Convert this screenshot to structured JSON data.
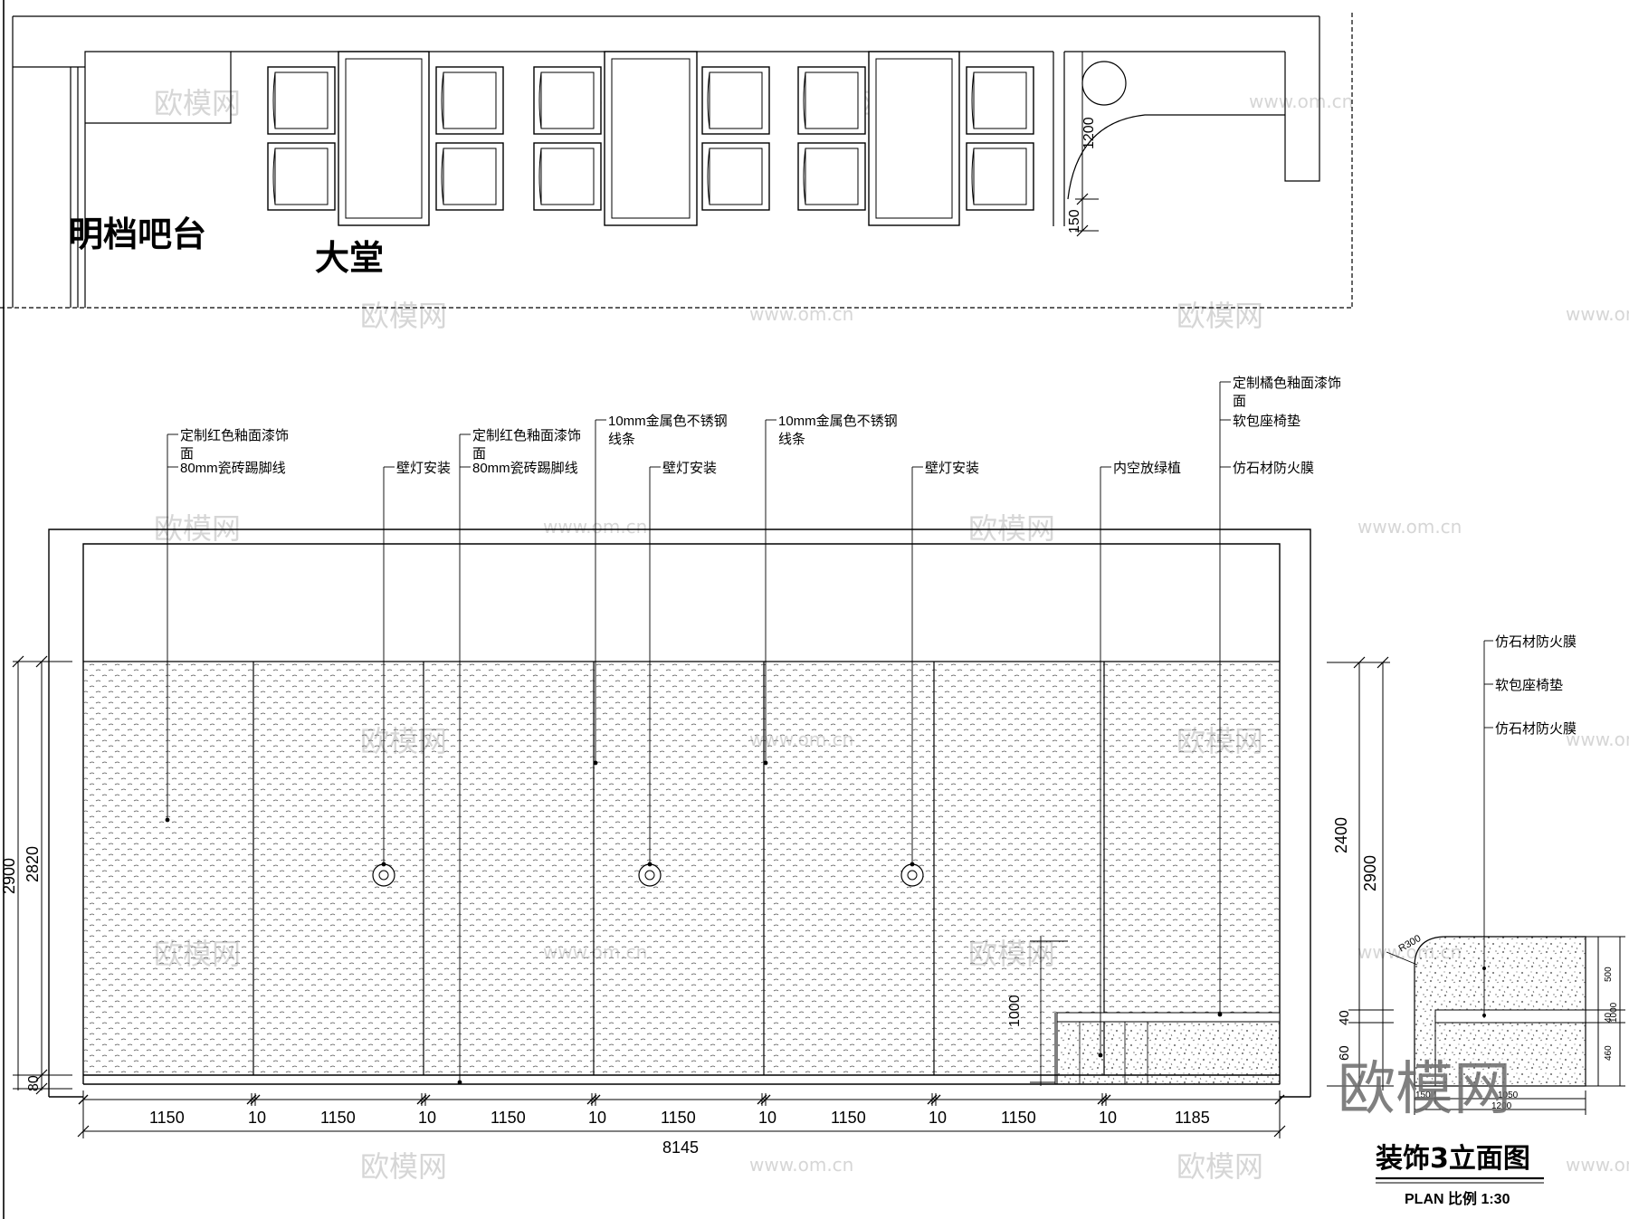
{
  "plan": {
    "label_bar": "明档吧台",
    "label_hall": "大堂",
    "dim_1200": "1200",
    "dim_150": "150"
  },
  "elevation": {
    "notes": [
      {
        "text": "定制红色釉面漆饰",
        "text2": "面"
      },
      {
        "text": "80mm瓷砖踢脚线"
      },
      {
        "text": "壁灯安装"
      },
      {
        "text": "定制红色釉面漆饰",
        "text2": "面"
      },
      {
        "text": "80mm瓷砖踢脚线"
      },
      {
        "text": "10mm金属色不锈钢",
        "text2": "线条"
      },
      {
        "text": "壁灯安装"
      },
      {
        "text": "10mm金属色不锈钢",
        "text2": "线条"
      },
      {
        "text": "壁灯安装"
      },
      {
        "text": "内空放绿植"
      },
      {
        "text": "定制橘色釉面漆饰",
        "text2": "面"
      },
      {
        "text": "软包座椅垫"
      },
      {
        "text": "仿石材防火膜"
      }
    ],
    "dims_bottom": [
      "1150",
      "10",
      "1150",
      "10",
      "1150",
      "10",
      "1150",
      "10",
      "1150",
      "10",
      "1150",
      "10",
      "1185"
    ],
    "total": "8145",
    "dims_left": [
      "2900",
      "2820",
      "80"
    ],
    "dim_1000": "1000"
  },
  "section": {
    "notes": [
      "仿石材防火膜",
      "软包座椅垫",
      "仿石材防火膜"
    ],
    "dims_left": [
      "2400",
      "2900",
      "40",
      "60"
    ],
    "dims_right": [
      "500",
      "1000",
      "40",
      "460"
    ],
    "radius": "R300",
    "bottom_dims": [
      "150",
      "1050",
      "1200"
    ]
  },
  "title": {
    "main": "装饰3立面图",
    "sub": "PLAN 比例 1:30"
  },
  "watermark": {
    "text": "欧模网",
    "url": "www.om.cn"
  }
}
